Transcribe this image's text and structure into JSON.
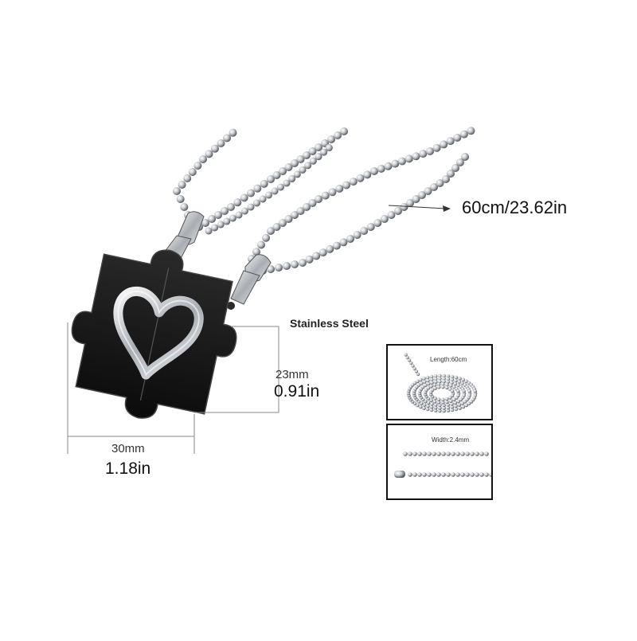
{
  "labels": {
    "chain_length": "60cm/23.62in",
    "material": "Stainless Steel",
    "height_mm": "23mm",
    "height_in": "0.91in",
    "width_mm": "30mm",
    "width_in": "1.18in"
  },
  "insets": [
    {
      "caption": "Length:60cm"
    },
    {
      "caption": "Width:2.4mm"
    }
  ],
  "colors": {
    "pendant_black": "#141414",
    "steel": "#c9ccd0",
    "steel_highlight": "#f4f5f6",
    "dimension_line": "#8a8a8a"
  }
}
